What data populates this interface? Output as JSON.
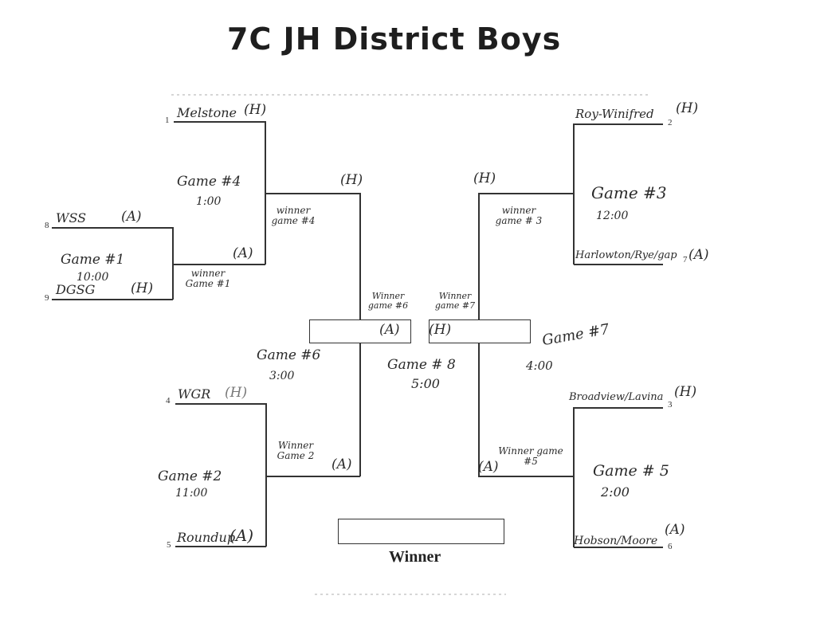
{
  "title": "7C JH District Boys",
  "left": {
    "seed1": {
      "num": "1",
      "team": "Melstone",
      "ha": "(H)"
    },
    "seed8": {
      "num": "8",
      "team": "WSS",
      "ha": "(A)"
    },
    "seed9": {
      "num": "9",
      "team": "DGSG",
      "ha": "(H)"
    },
    "seed4": {
      "num": "4",
      "team": "WGR",
      "ha": "(H)"
    },
    "seed5": {
      "num": "5",
      "team": "Roundup",
      "ha": "(A)"
    },
    "game1": {
      "label": "Game #1",
      "time": "10:00"
    },
    "game4": {
      "label": "Game #4",
      "time": "1:00"
    },
    "game2": {
      "label": "Game #2",
      "time": "11:00"
    },
    "game6": {
      "label": "Game #6",
      "time": "3:00"
    },
    "winner_game1": {
      "text": "winner Game #1",
      "ha": "(A)"
    },
    "winner_game4": {
      "text": "winner game #4",
      "ha": "(H)"
    },
    "winner_game2": {
      "text": "Winner Game 2",
      "ha": "(A)"
    },
    "winner_game6": {
      "text": "Winner game #6",
      "ha": "(A)"
    }
  },
  "right": {
    "seed2": {
      "num": "2",
      "team": "Roy-Winifred",
      "ha": "(H)"
    },
    "seed7": {
      "num": "7",
      "team": "Harlowton/Rye/gap",
      "ha": "(A)"
    },
    "seed3": {
      "num": "3",
      "team": "Broadview/Lavina",
      "ha": "(H)"
    },
    "seed6": {
      "num": "6",
      "team": "Hobson/Moore",
      "ha": "(A)"
    },
    "game3": {
      "label": "Game #3",
      "time": "12:00"
    },
    "game5": {
      "label": "Game # 5",
      "time": "2:00"
    },
    "game7": {
      "label": "Game #7",
      "time": "4:00"
    },
    "winner_game3": {
      "text": "winner game # 3",
      "ha": "(H)"
    },
    "winner_game5": {
      "text": "Winner game #5",
      "ha": "(A)"
    },
    "winner_game7": {
      "text": "Winner game #7",
      "ha": "(H)"
    }
  },
  "final": {
    "label": "Game # 8",
    "time": "5:00",
    "winner_label": "Winner"
  }
}
